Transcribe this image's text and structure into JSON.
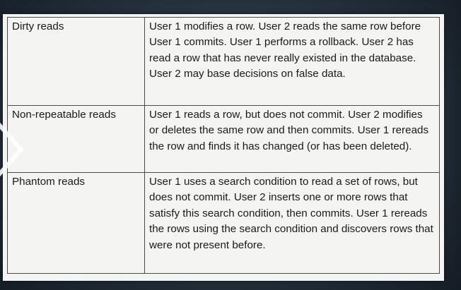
{
  "table": {
    "rows": [
      {
        "phenomenon": "Dirty reads",
        "description": "User 1 modifies a row. User 2 reads the same row before User 1 commits. User 1 performs a rollback. User 2 has read a row that has never really existed in the database. User 2 may base decisions on false data."
      },
      {
        "phenomenon": "Non-repeatable reads",
        "description": "User 1 reads a row, but does not commit. User 2 modifies or deletes the same row and then commits. User 1 rereads the row and finds it has changed (or has been deleted)."
      },
      {
        "phenomenon": "Phantom reads",
        "description": "User 1 uses a search condition to read a set of rows, but does not commit. User 2 inserts one or more rows that satisfy this search condition, then commits. User 1 rereads the rows using the search condition and discovers rows that were not present before."
      }
    ]
  },
  "icons": {
    "video_control": "play-arrow-icon"
  },
  "colors": {
    "background": "#26323e",
    "page": "#f4f4f2",
    "border": "#4a4a4a",
    "text": "#1a1a1a"
  }
}
